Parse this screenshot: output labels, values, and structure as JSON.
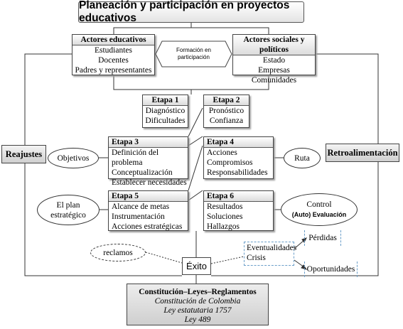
{
  "title": "Planeación y participación en proyectos educativos",
  "actores_educativos": {
    "header": "Actores educativos",
    "items": [
      "Estudiantes",
      "Docentes",
      "Padres y representantes"
    ]
  },
  "actores_sociales": {
    "header": "Actores sociales y políticos",
    "items": [
      "Estado",
      "Empresas",
      "Comunidades"
    ]
  },
  "formacion": [
    "Formación en",
    "participación"
  ],
  "etapa1": {
    "header": "Etapa 1",
    "items": [
      "Diagnóstico",
      "Dificultades"
    ]
  },
  "etapa2": {
    "header": "Etapa 2",
    "items": [
      "Pronóstico",
      "Confianza"
    ]
  },
  "etapa3": {
    "header": "Etapa 3",
    "items": [
      "Definición del problema",
      "Conceptualización",
      "Establecer necesidades"
    ]
  },
  "etapa4": {
    "header": "Etapa 4",
    "items": [
      "Acciones",
      "Compromisos",
      "Responsabilidades"
    ]
  },
  "etapa5": {
    "header": "Etapa 5",
    "items": [
      "Alcance de metas",
      "Instrumentación",
      "Acciones estratégicas"
    ]
  },
  "etapa6": {
    "header": "Etapa 6",
    "items": [
      "Resultados",
      "Soluciones",
      "Hallazgos"
    ]
  },
  "reajustes": "Reajustes",
  "retroalimentacion": "Retroalimentación",
  "objetivos": "Objetivos",
  "ruta": "Ruta",
  "plan": [
    "El plan",
    "estratégico"
  ],
  "control": {
    "line1": "Control",
    "line2": "(Auto) Evaluación"
  },
  "reclamos": "reclamos",
  "eventualidades": [
    "Eventualidades",
    "Crisis"
  ],
  "perdidas": "Pérdidas",
  "oportunidades": "Oportunidades",
  "exito": "Éxito",
  "bottom": {
    "title": "Constitución–Leyes–Reglamentos",
    "items": [
      "Constitución de Colombia",
      "Ley estatutaria 1757",
      "Ley 489"
    ]
  }
}
